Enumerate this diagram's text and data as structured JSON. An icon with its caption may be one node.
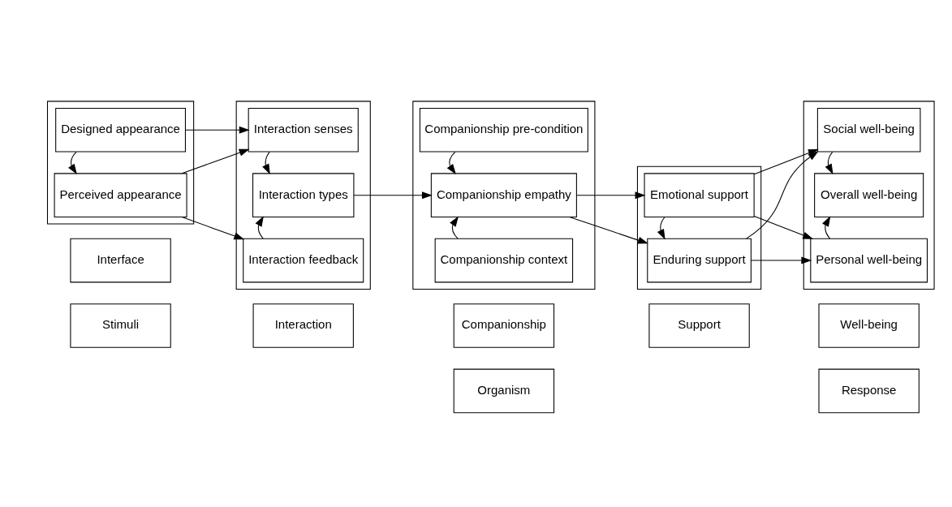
{
  "diagram": {
    "nodes": [
      {
        "text": [
          "Stimuli"
        ]
      },
      {
        "text": [
          "Organism"
        ]
      },
      {
        "text": [
          "Response"
        ]
      },
      {
        "text": [
          "Interface"
        ]
      },
      {
        "text": [
          "Interaction"
        ]
      },
      {
        "text": [
          "Companionship"
        ]
      },
      {
        "text": [
          "Support"
        ]
      },
      {
        "text": [
          "Well-being"
        ]
      },
      {
        "text": [],
        "shape": "box"
      },
      {
        "text": [
          "Designed appearance"
        ],
        "in": 8
      },
      {
        "text": [
          "Perceived appearance"
        ],
        "in": 8
      },
      {
        "text": [],
        "shape": "box"
      },
      {
        "text": [
          "Interaction senses"
        ],
        "in": 11
      },
      {
        "text": [
          "Interaction types"
        ],
        "in": 11
      },
      {
        "text": [
          "Interaction feedback"
        ],
        "in": 11
      },
      {
        "text": [],
        "shape": "box"
      },
      {
        "text": [
          "Companionship pre-condition"
        ],
        "in": 15
      },
      {
        "text": [
          "Companionship empathy"
        ],
        "in": 15
      },
      {
        "text": [
          "Companionship context"
        ],
        "in": 15
      },
      {
        "text": [],
        "shape": "box"
      },
      {
        "text": [
          "Emotional support"
        ],
        "in": 19
      },
      {
        "text": [
          "Enduring support"
        ],
        "in": 19
      },
      {
        "text": [],
        "shape": "box"
      },
      {
        "text": [
          "Social well-being"
        ],
        "in": 22
      },
      {
        "text": [
          "Overall well-being"
        ],
        "in": 22
      },
      {
        "text": [
          "Personal well-being"
        ],
        "in": 22
      }
    ],
    "edges": [
      {
        "from": 9,
        "to": 12,
        "arrow": "to"
      },
      {
        "from": 9,
        "to": 10,
        "arrow": "to"
      },
      {
        "from": 10,
        "to": 12,
        "arrow": "to"
      },
      {
        "from": 10,
        "to": 14,
        "arrow": "to"
      },
      {
        "from": 12,
        "to": 13,
        "arrow": "to"
      },
      {
        "from": 14,
        "to": 13,
        "arrow": "to"
      },
      {
        "from": 13,
        "to": 17,
        "arrow": "to"
      },
      {
        "from": 16,
        "to": 17,
        "arrow": "to"
      },
      {
        "from": 18,
        "to": 17,
        "arrow": "to"
      },
      {
        "from": 17,
        "to": 20,
        "arrow": "to"
      },
      {
        "from": 17,
        "to": 21,
        "arrow": "to"
      },
      {
        "from": 20,
        "to": 21,
        "arrow": "to"
      },
      {
        "from": 20,
        "to": 23,
        "arrow": "to"
      },
      {
        "from": 20,
        "to": 25,
        "arrow": "to"
      },
      {
        "from": 21,
        "to": 23,
        "arrow": "to"
      },
      {
        "from": 21,
        "to": 25,
        "arrow": "to"
      },
      {
        "from": 23,
        "to": 24,
        "arrow": "to"
      },
      {
        "from": 25,
        "to": 24,
        "arrow": "to"
      }
    ]
  }
}
